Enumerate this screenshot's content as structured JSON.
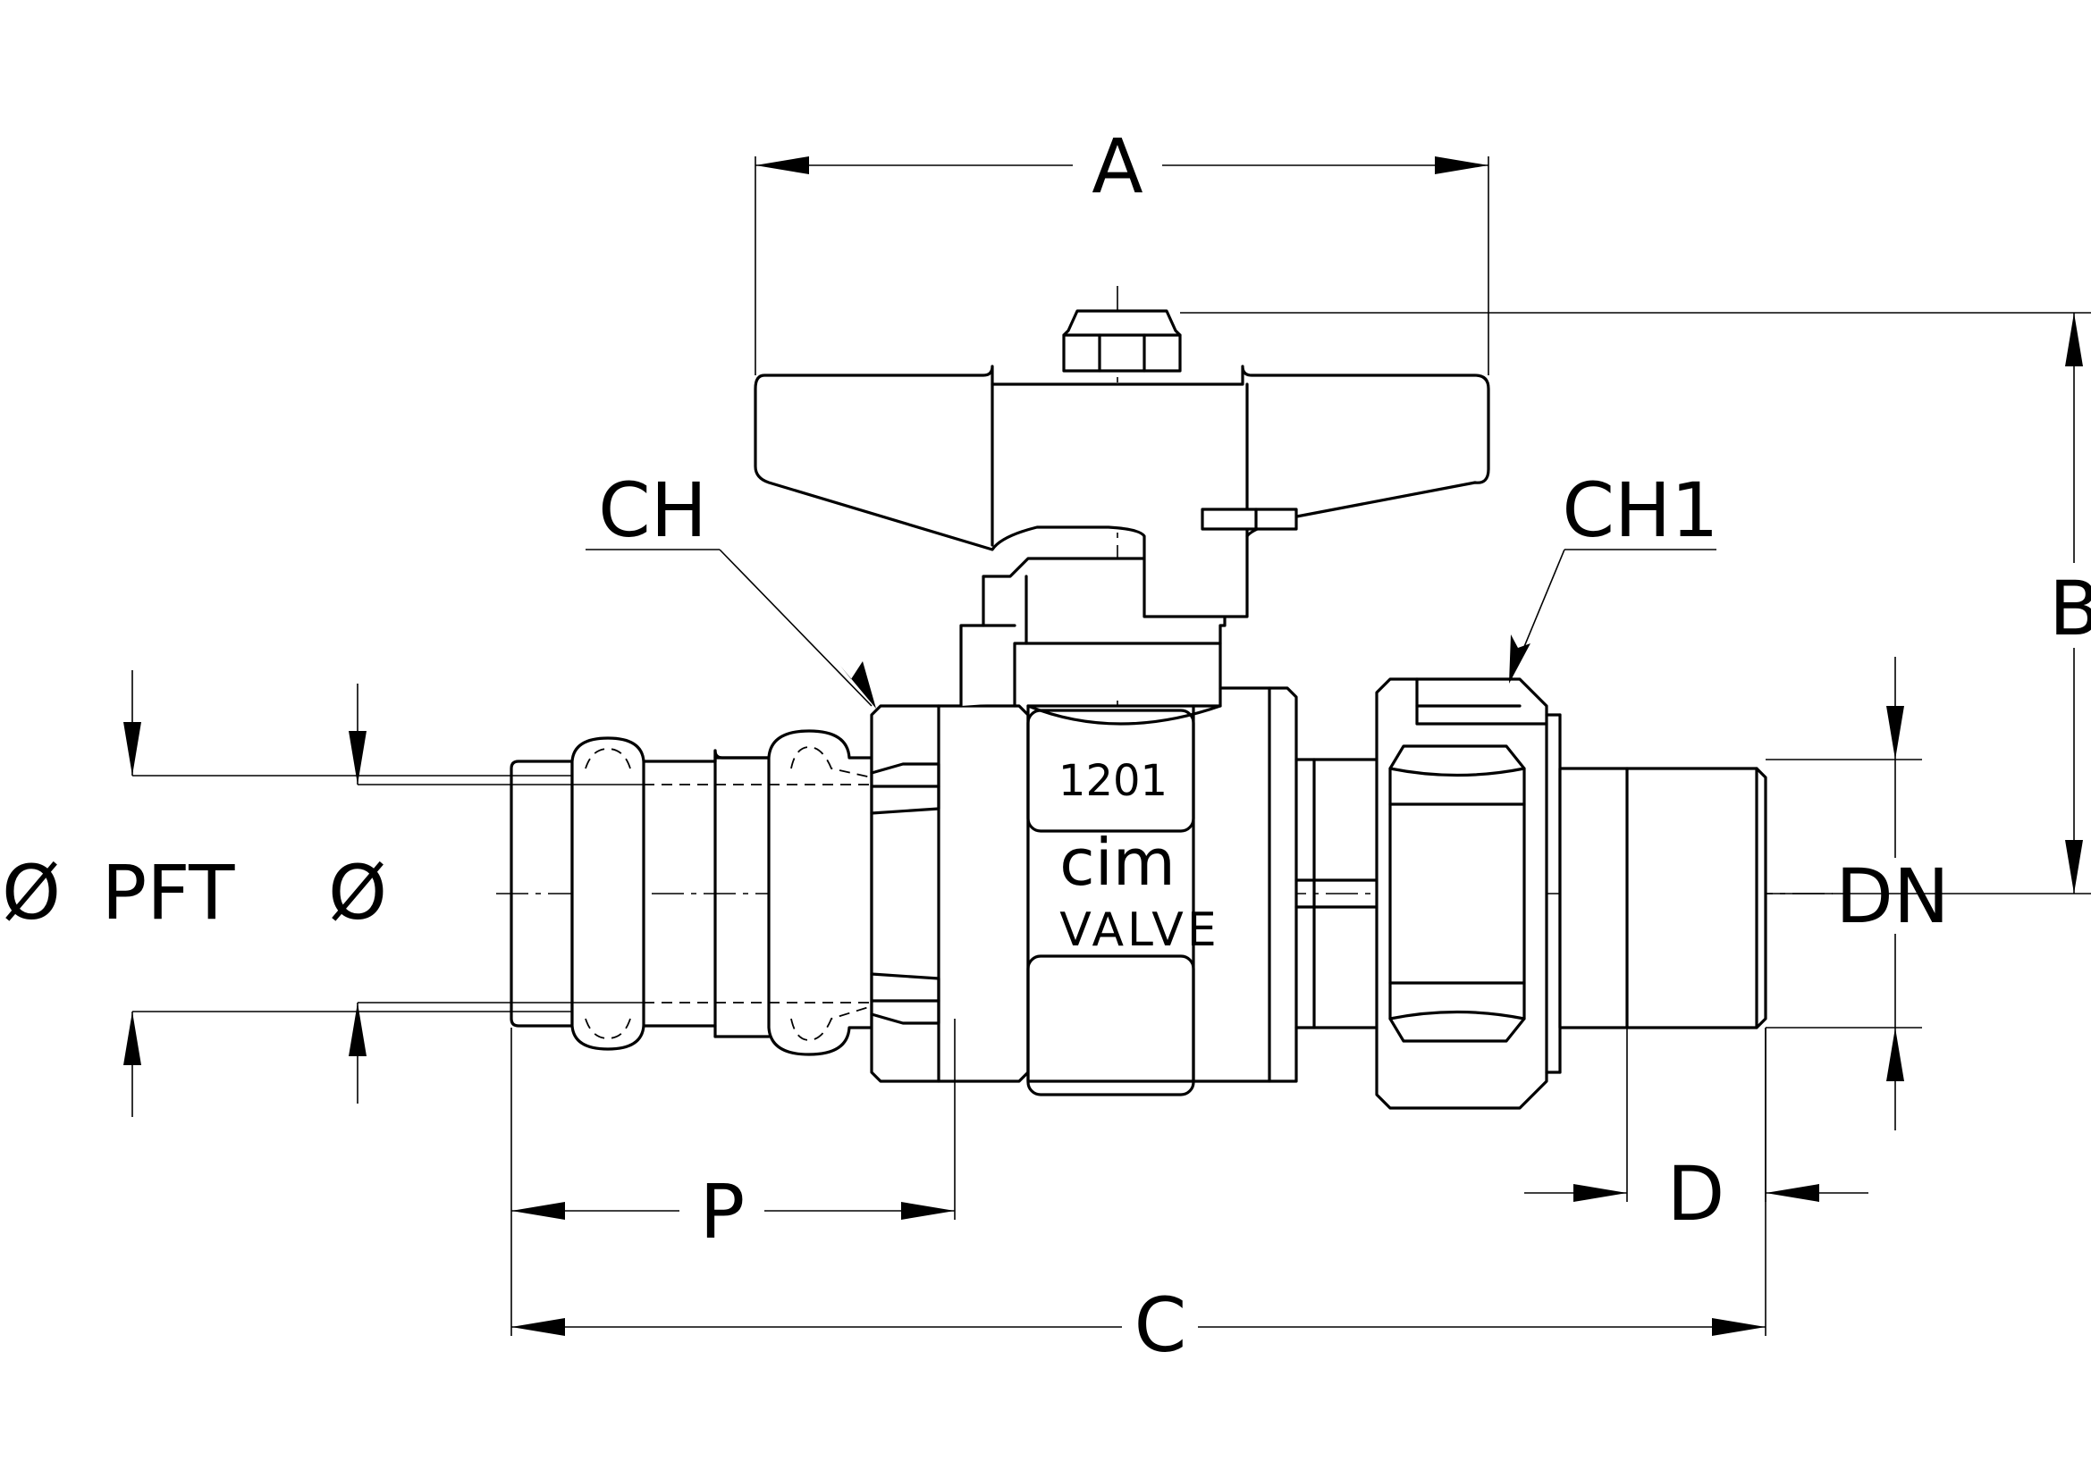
{
  "dimensions": {
    "A": "A",
    "B": "B",
    "C": "C",
    "D": "D",
    "P": "P",
    "DN": "DN",
    "CH": "CH",
    "CH1": "CH1",
    "dia_left": "Ø",
    "pft": "PFT",
    "dia_right": "Ø"
  },
  "body_markings": {
    "model": "1201",
    "brand": "cim",
    "brand_sub": "VALVE"
  }
}
